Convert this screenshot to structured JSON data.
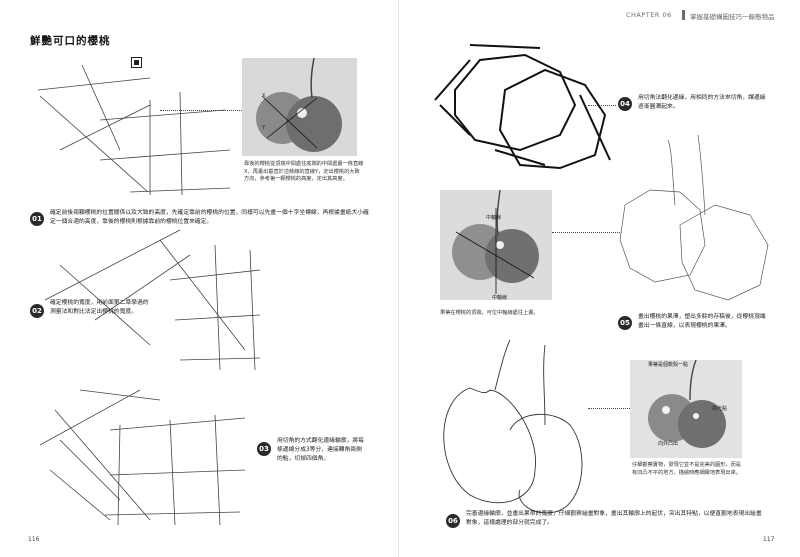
{
  "header": {
    "chapter": "CHAPTER 06",
    "subtitle": "掌握基礎構圖技巧一靜態物品"
  },
  "left_page": {
    "title": "鮮艷可口的櫻桃",
    "intro_caption": "靠後的櫻桃從頂端中間處往底端的中間處畫一條直線X，再畫出垂直於這條線的直線Y，定出櫻桃的大致方向，參考第一顆櫻桃的高度，定出其高度。",
    "photo_labels": {
      "x": "X",
      "y": "Y"
    },
    "steps": [
      {
        "num": "01",
        "text": "確定前後兩顆櫻桃的位置關係以及大致的高度，先確定靠前的櫻桃的位置，同樣可以先畫一個十字坐標線，再根據畫紙大小確定一個合適的高度，靠後的櫻桃則根據靠前的櫻桃位置來確定。"
      },
      {
        "num": "02",
        "text": "確定櫻桃的寬度，用前面第二章學過的測量法和對比法定出櫻桃的寬度。"
      },
      {
        "num": "03",
        "text": "用切角的方式翻化邊緣輪廓，將每條邊線分成3等分，連接轉角兩側的點，切掉四個角。"
      }
    ],
    "page_number": "116"
  },
  "right_page": {
    "steps": [
      {
        "num": "04",
        "text": "用切角法翻化邊緣，用相同的方法來切角，讓邊緣逐漸圓潤起來。"
      },
      {
        "num": "05",
        "text": "畫出櫻桃的果澤，塑出多餘的存稿後，從櫻桃頂端畫出一條直線，以表現櫻桃的果澤。"
      },
      {
        "num": "06",
        "text": "完善邊緣輪廓，並畫出果帶的寬度，仔細觀察繪畫對象，畫出其輪廓上的起伏，突出其特點，以便直觀地表現出繪畫對象，這樣處理的部分就完成了。"
      }
    ],
    "axis_photo_caption": "果蒂在櫻桃的頂端，可位中軸線處往上畫。",
    "axis_labels": {
      "top": "中軸線",
      "bottom": "中軸線"
    },
    "light_labels": {
      "top": "果蒂是個軟殼一點",
      "right": "高光點",
      "bottom": "向外凸出"
    },
    "light_caption": "仔細觀察實物，發現它並不是完美的圓形，而是有凹凸不平的地方，描繪時應細緻地表現出來。",
    "page_number": "117"
  }
}
